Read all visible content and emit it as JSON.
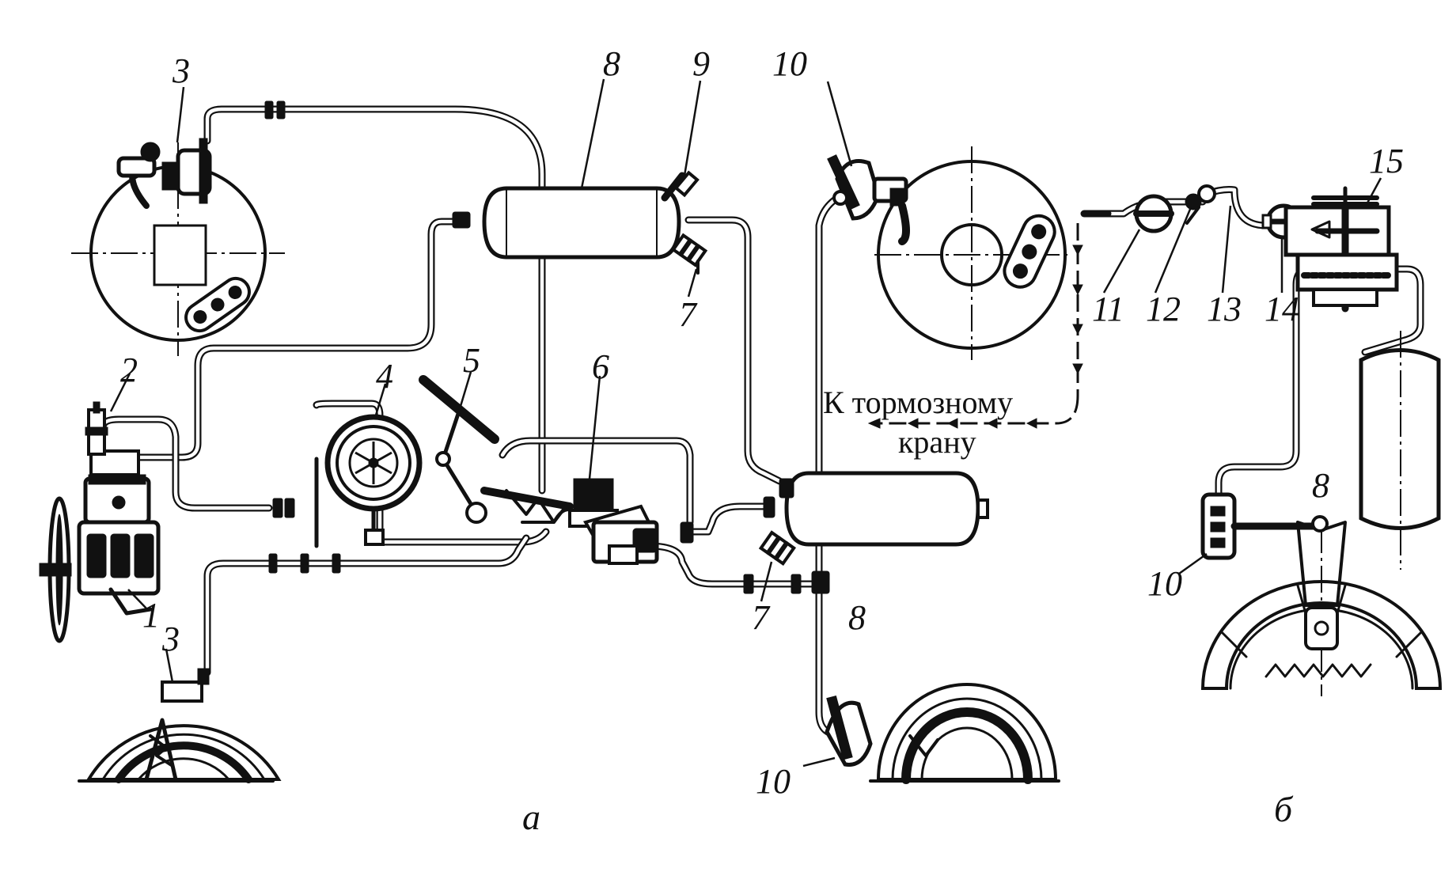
{
  "labels": {
    "l1": "1",
    "l2": "2",
    "l3a": "3",
    "l3b": "3",
    "l4": "4",
    "l5": "5",
    "l6": "6",
    "l7a": "7",
    "l7b": "7",
    "l8a": "8",
    "l8b": "8",
    "l8c": "8",
    "l9": "9",
    "l10a": "10",
    "l10b": "10",
    "l10c": "10",
    "l11": "11",
    "l12": "12",
    "l13": "13",
    "l14": "14",
    "l15": "15"
  },
  "caption": {
    "line1": "К тормозному",
    "line2": "крану"
  },
  "subfigures": {
    "a": "а",
    "b": "б"
  }
}
